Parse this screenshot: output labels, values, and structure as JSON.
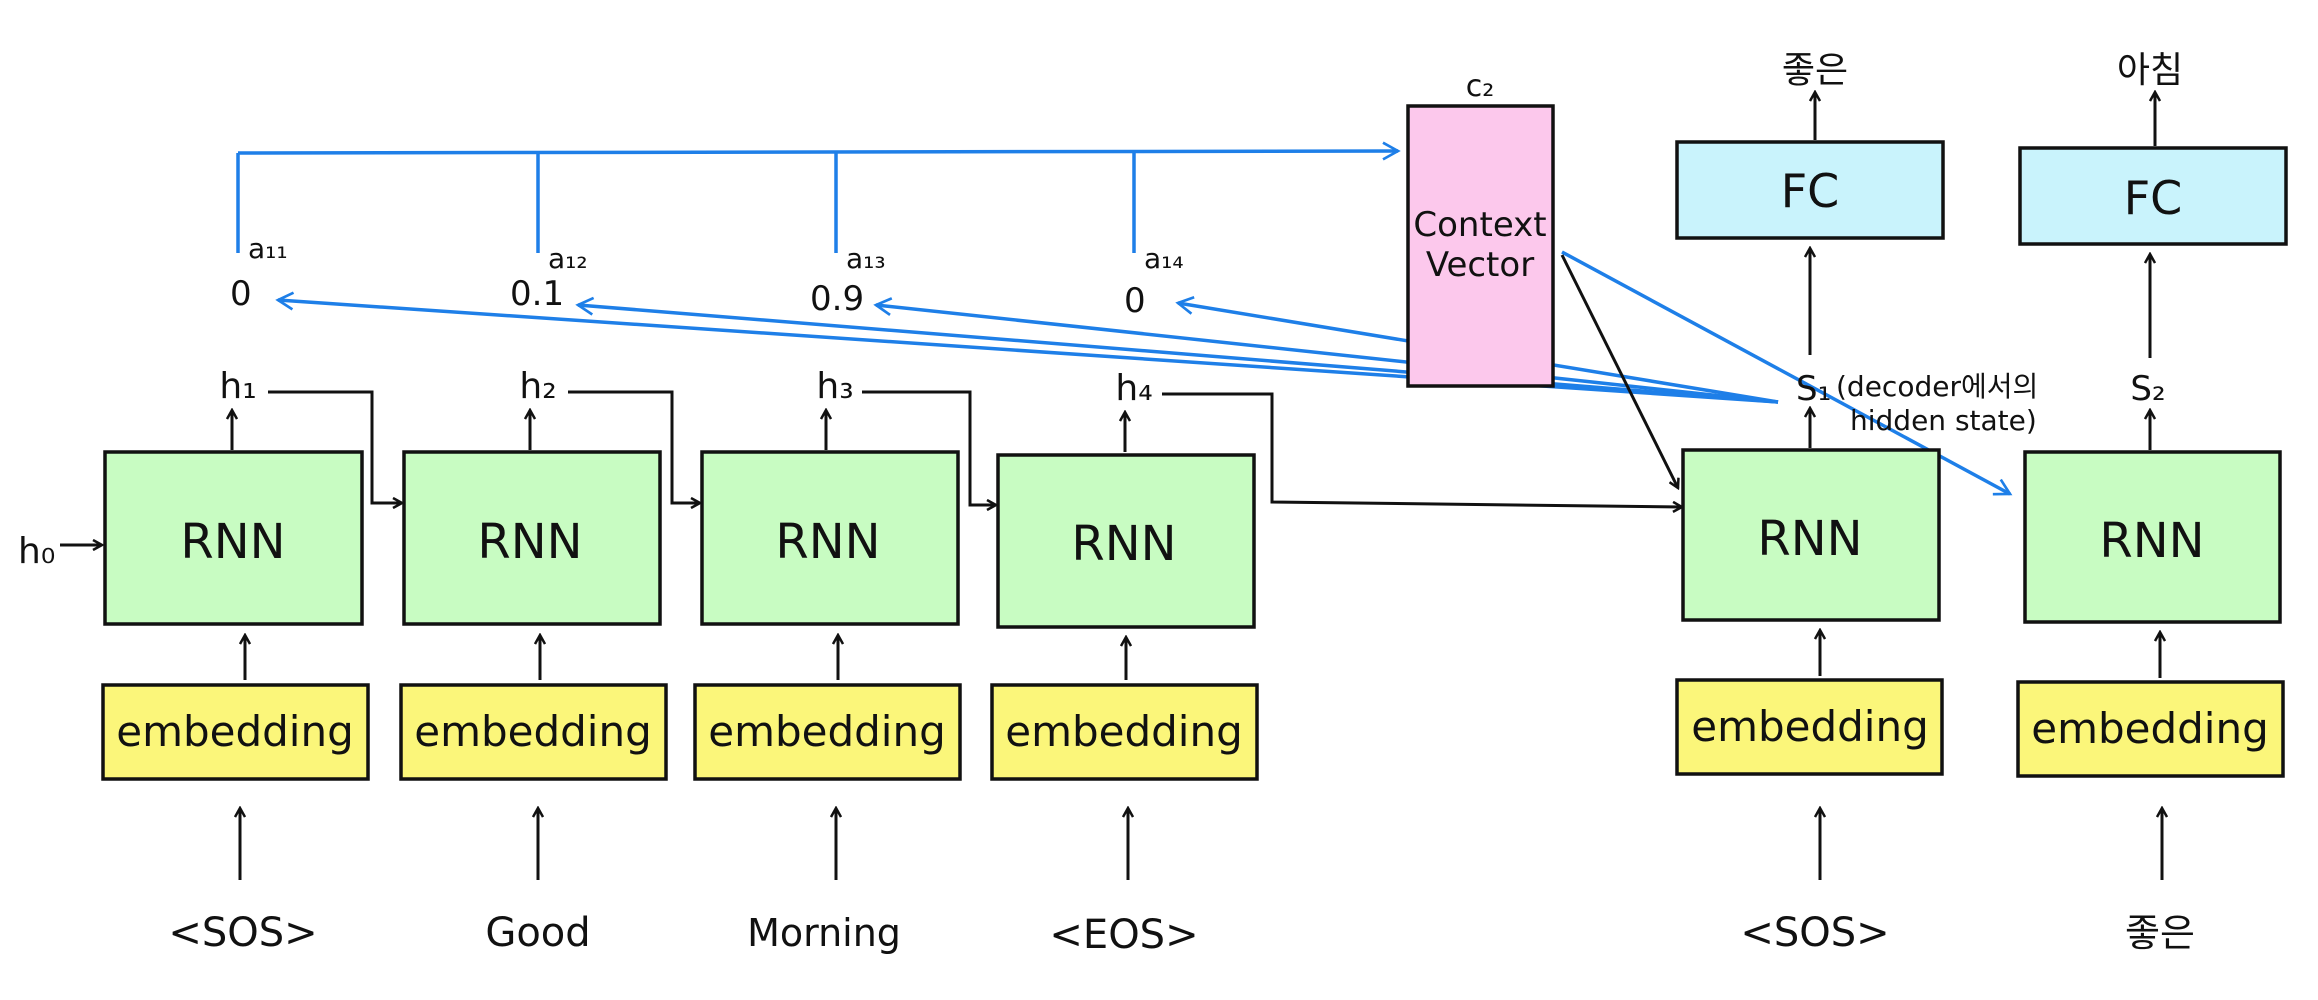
{
  "encoder": {
    "initial_hidden": "h₀",
    "cells": [
      {
        "rnn": "RNN",
        "embedding": "embedding",
        "hidden": "h₁",
        "input": "<SOS>"
      },
      {
        "rnn": "RNN",
        "embedding": "embedding",
        "hidden": "h₂",
        "input": "Good"
      },
      {
        "rnn": "RNN",
        "embedding": "embedding",
        "hidden": "h₃",
        "input": "Morning"
      },
      {
        "rnn": "RNN",
        "embedding": "embedding",
        "hidden": "h₄",
        "input": "<EOS>"
      }
    ]
  },
  "attention": {
    "weights": [
      {
        "name": "a₁₁",
        "value": "0"
      },
      {
        "name": "a₁₂",
        "value": "0.1"
      },
      {
        "name": "a₁₃",
        "value": "0.9"
      },
      {
        "name": "a₁₄",
        "value": "0"
      }
    ]
  },
  "context": {
    "name": "c₂",
    "line1": "Context",
    "line2": "Vector"
  },
  "decoder": {
    "cells": [
      {
        "rnn": "RNN",
        "embedding": "embedding",
        "fc": "FC",
        "state": "S₁",
        "input": "<SOS>",
        "output": "좋은"
      },
      {
        "rnn": "RNN",
        "embedding": "embedding",
        "fc": "FC",
        "state": "S₂",
        "input": "좋은",
        "output": "아침"
      }
    ],
    "state_note_line1": "(decoder에서의",
    "state_note_line2": "hidden state)"
  },
  "colors": {
    "rnn": "#c8fcc2",
    "embedding": "#fbf67a",
    "fc": "#c9f3fc",
    "context": "#fcc8ec",
    "attention_arrow": "#1e7fe8",
    "ink": "#111111"
  }
}
